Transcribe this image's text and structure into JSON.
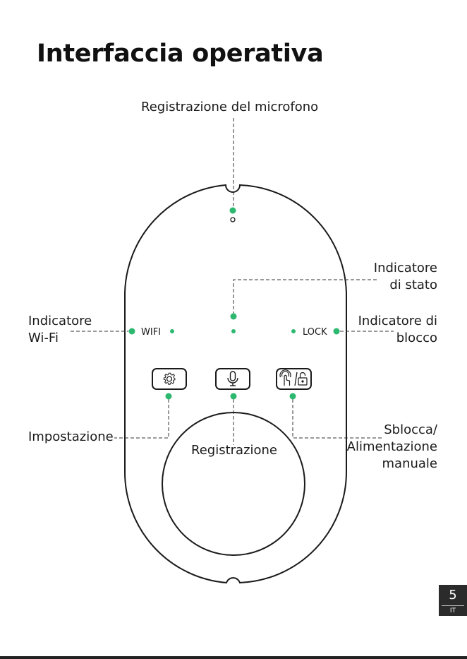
{
  "title": "Interfaccia operativa",
  "labels": {
    "mic": "Registrazione del microfono",
    "status_line1": "Indicatore",
    "status_line2": "di stato",
    "wifi_line1": "Indicatore",
    "wifi_line2": "Wi-Fi",
    "lock_line1": "Indicatore di",
    "lock_line2": "blocco",
    "settings": "Impostazione",
    "record": "Registrazione",
    "unlock_line1": "Sblocca/",
    "unlock_line2": "Alimentazione",
    "unlock_line3": "manuale"
  },
  "device": {
    "wifi_text": "WIFI",
    "lock_text": "LOCK"
  },
  "page": {
    "number": "5",
    "language": "IT"
  },
  "colors": {
    "indicator": "#2db870",
    "outline": "#1a1a1a"
  }
}
